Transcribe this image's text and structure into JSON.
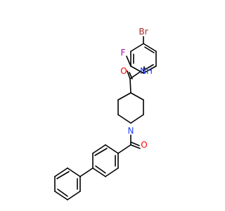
{
  "molecule": {
    "atoms": [
      {
        "id": "Br",
        "label": "Br",
        "color": "#a52a2a"
      },
      {
        "id": "F",
        "label": "F",
        "color": "#b000b0"
      },
      {
        "id": "N_amide",
        "label": "N",
        "secondary": "H",
        "color": "#1f3fff"
      },
      {
        "id": "O_amide",
        "label": "O",
        "color": "#ff0000"
      },
      {
        "id": "N_ring",
        "label": "N",
        "color": "#1f3fff"
      },
      {
        "id": "O_ketone",
        "label": "O",
        "color": "#ff0000"
      }
    ]
  }
}
